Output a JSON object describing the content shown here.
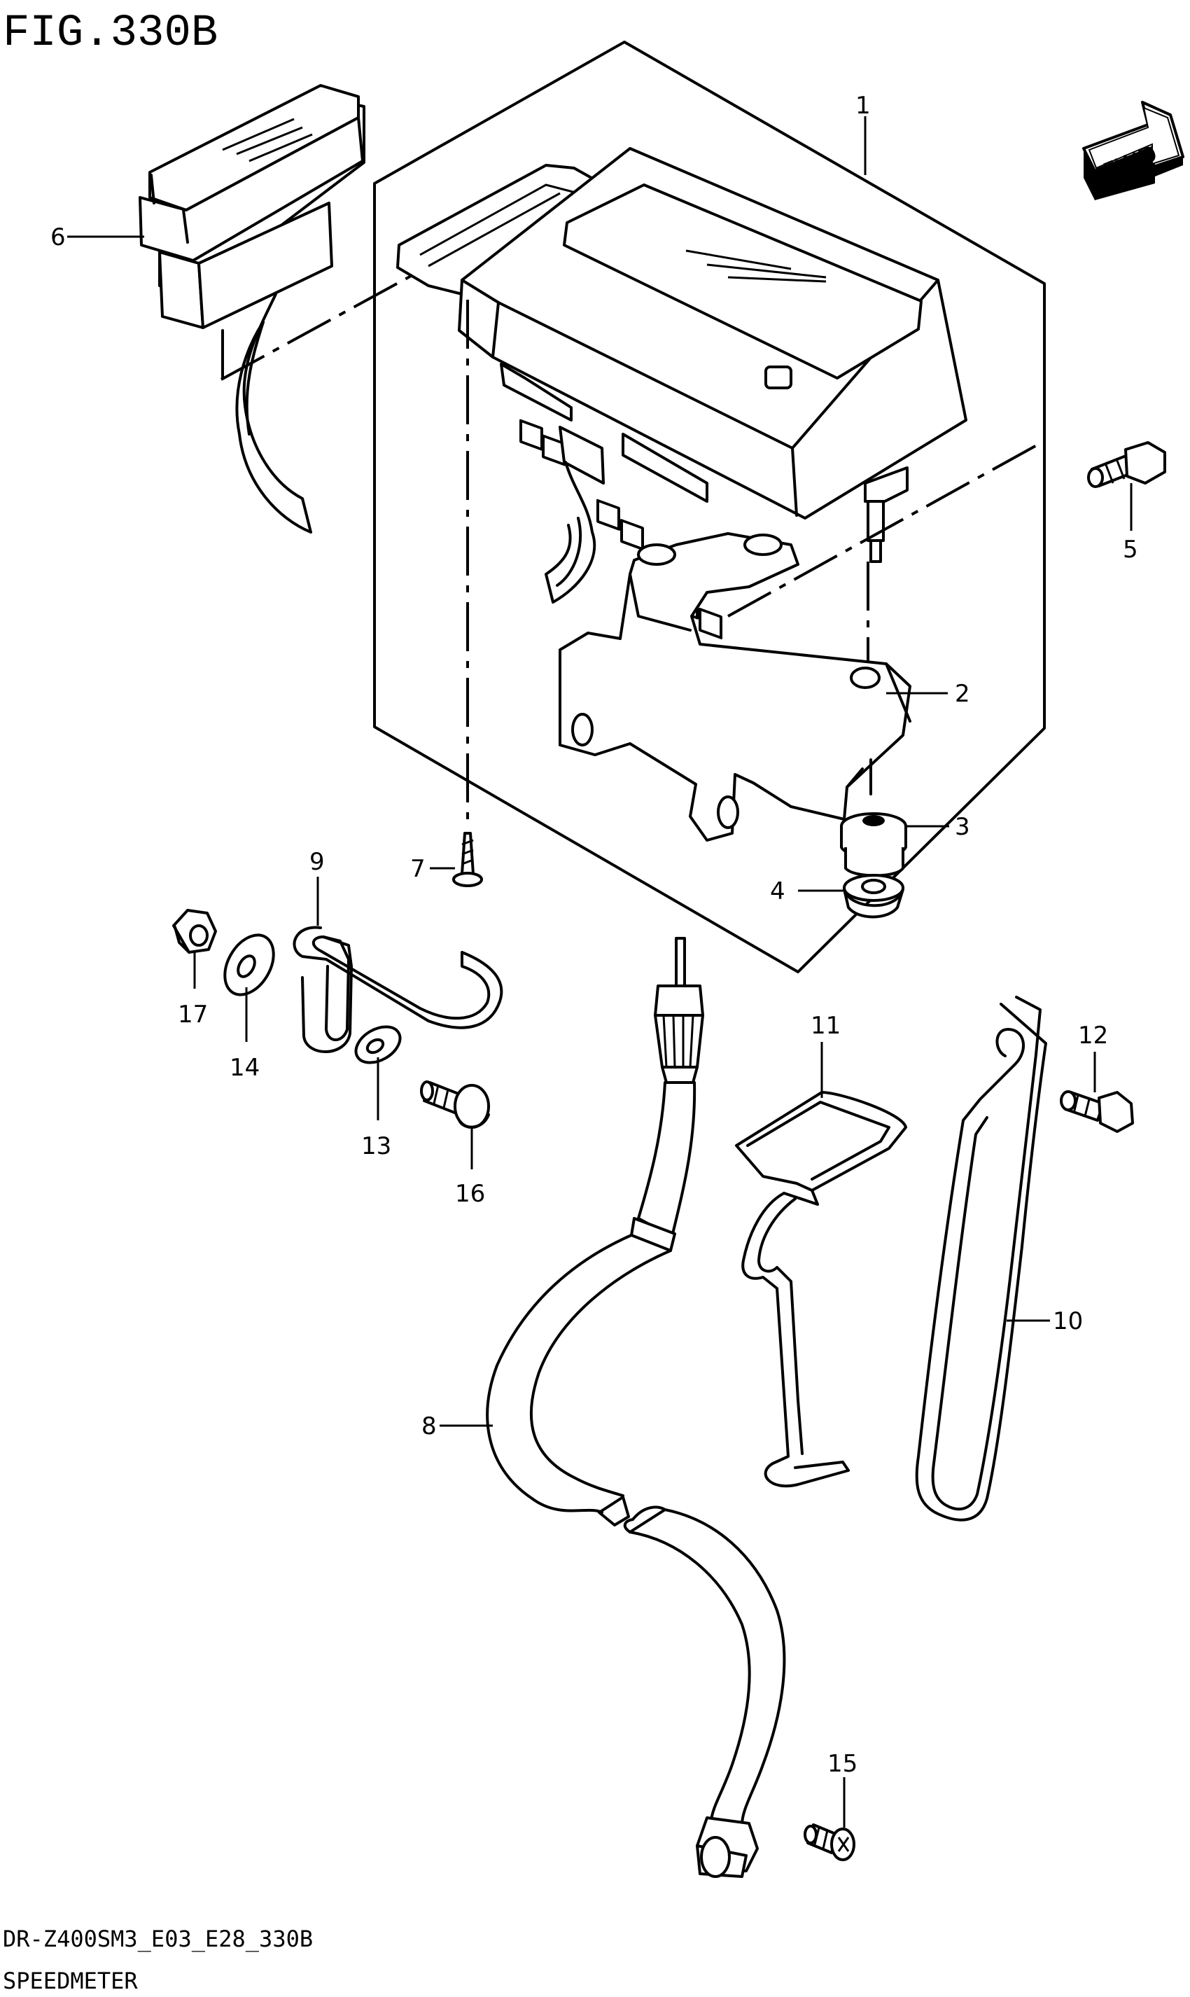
{
  "figure": {
    "title": "FIG.330B",
    "model_code": "DR-Z400SM3_E03_E28_330B",
    "section_name": "SPEEDMETER",
    "fwd_label": "FWD"
  },
  "callouts": [
    {
      "id": "1",
      "part": "meter-assembly"
    },
    {
      "id": "2",
      "part": "bracket"
    },
    {
      "id": "3",
      "part": "cushion"
    },
    {
      "id": "4",
      "part": "collar"
    },
    {
      "id": "5",
      "part": "bolt"
    },
    {
      "id": "6",
      "part": "cap"
    },
    {
      "id": "7",
      "part": "screw"
    },
    {
      "id": "8",
      "part": "cable"
    },
    {
      "id": "9",
      "part": "clamp"
    },
    {
      "id": "10",
      "part": "clamp"
    },
    {
      "id": "11",
      "part": "clamp"
    },
    {
      "id": "12",
      "part": "bolt"
    },
    {
      "id": "13",
      "part": "washer"
    },
    {
      "id": "14",
      "part": "washer"
    },
    {
      "id": "15",
      "part": "screw"
    },
    {
      "id": "16",
      "part": "bolt"
    },
    {
      "id": "17",
      "part": "nut"
    }
  ]
}
